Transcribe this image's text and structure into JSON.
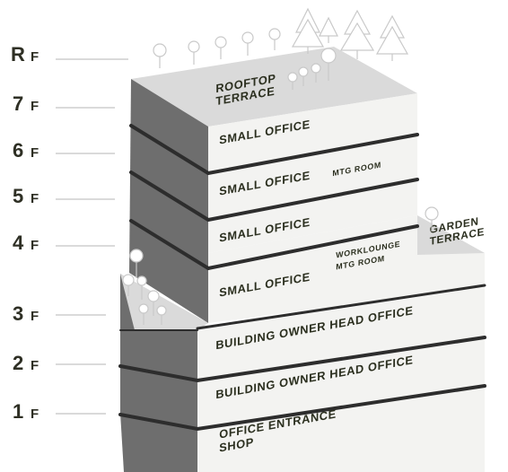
{
  "floors": [
    {
      "num": "R",
      "suffix": "F"
    },
    {
      "num": "7",
      "suffix": "F"
    },
    {
      "num": "6",
      "suffix": "F"
    },
    {
      "num": "5",
      "suffix": "F"
    },
    {
      "num": "4",
      "suffix": "F"
    },
    {
      "num": "3",
      "suffix": "F"
    },
    {
      "num": "2",
      "suffix": "F"
    },
    {
      "num": "1",
      "suffix": "F"
    }
  ],
  "rooms": {
    "rooftop_line1": "ROOFTOP",
    "rooftop_line2": "TERRACE",
    "f7": "SMALL OFFICE",
    "f6": "SMALL OFFICE",
    "f6_mtg": "MTG ROOM",
    "f5": "SMALL OFFICE",
    "f4": "SMALL OFFICE",
    "f4_lounge": "WORKLOUNGE",
    "f4_mtg": "MTG ROOM",
    "garden_line1": "GARDEN",
    "garden_line2": "TERRACE",
    "f3": "BUILDING OWNER HEAD OFFICE",
    "f2": "BUILDING OWNER HEAD OFFICE",
    "f1_line1": "OFFICE ENTRANCE",
    "f1_line2": "SHOP"
  },
  "colors": {
    "side": "#6e6e6e",
    "front": "#f3f3f1",
    "roof": "#dadada",
    "divider": "#2d2d2d",
    "text": "#2e2f24",
    "line": "#b5b5b5"
  }
}
